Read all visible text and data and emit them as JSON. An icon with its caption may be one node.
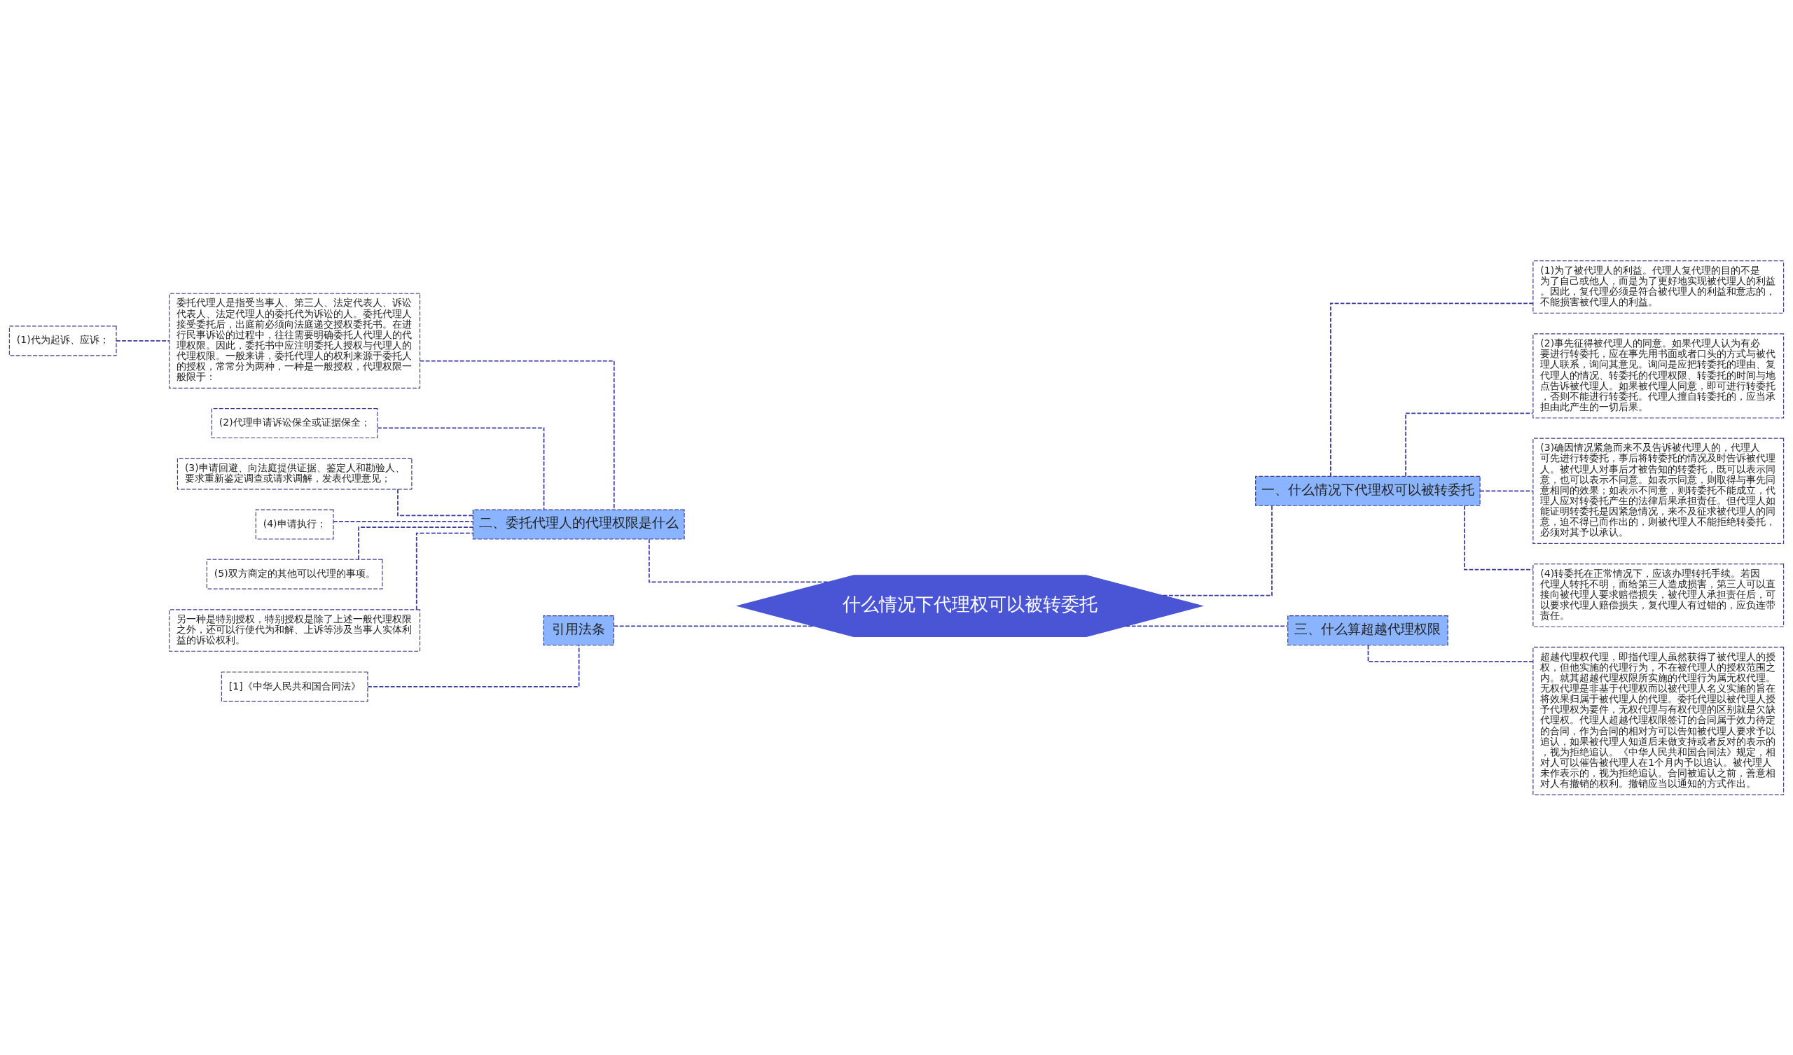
{
  "diagram": {
    "nodes": [
      {
        "text": [
          "什么情况下代理权可以被转委托"
        ]
      },
      {
        "text": [
          "一、什么情况下代理权可以被转委托"
        ]
      },
      {
        "text": [
          "(1)为了被代理人的利益。代理人复代理的目的不是为了自己或他人，而是为了更好地实现被代理人的利益。因此，复代理必须是符合被代理人的利益和意志的，不能损害被代理人的利益。"
        ]
      },
      {
        "text": [
          "(2)事先征得被代理人的同意。如果代理人认为有必要进行转委托，应在事先用书面或者口头的方式与被代理人联系，询问其意见。询问是应把转委托的理由、复代理人的情况、转委托的代理权限、转委托的时间与地点告诉被代理人。如果被代理人同意，即可进行转委托，否则不能进行转委托。代理人擅自转委托的，应当承担由此产生的一切后果。"
        ]
      },
      {
        "text": [
          "(3)确因情况紧急而来不及告诉被代理人的，代理人可先进行转委托，事后将转委托的情况及时告诉被代理人。被代理人对事后才被告知的转委托，既可以表示同意，也可以表示不同意。如表示同意，则取得与事先同意相同的效果；如表示不同意，则转委托不能成立，代理人应对转委托产生的法律后果承担责任。但代理人如能证明转委托是因紧急情况，来不及征求被代理人的同意，迫不得已而作出的，则被代理人不能拒绝转委托，必须对其予以承认。"
        ]
      },
      {
        "text": [
          "(4)转委托在正常情况下，应该办理转托手续。若因代理人转托不明，而给第三人造成损害，第三人可以直接向被代理人要求赔偿损失，被代理人承担责任后，可以要求代理人赔偿损失，复代理人有过错的，应负连带责任。"
        ]
      },
      {
        "text": [
          "三、什么算超越代理权限"
        ]
      },
      {
        "text": [
          "超越代理权代理，即指代理人虽然获得了被代理人的授权，但他实施的代理行为，不在被代理人的授权范围之内。就其超越代理权限所实施的代理行为属无权代理。无权代理是非基于代理权而以被代理人名义实施的旨在将效果归属于被代理人的代理。委托代理以被代理人授予代理权为要件，无权代理与有权代理的区别就是欠缺代理权。代理人超越代理权限签订的合同属于效力待定的合同，作为合同的相对方可以告知被代理人要求予以追认，如果被代理人知道后未做支持或者反对的表示的，视为拒绝追认。《中华人民共和国合同法》规定，相对人可以催告被代理人在1个月内予以追认。被代理人未作表示的，视为拒绝追认。合同被追认之前，善意相对人有撤销的权利。撤销应当以通知的方式作出。"
        ]
      },
      {
        "text": [
          "二、委托代理人的代理权限是什么"
        ]
      },
      {
        "text": [
          "委托代理人是指受当事人、第三人、法定代表人、诉讼代表人、法定代理人的委托代为诉讼的人。委托代理人接受委托后，出庭前必须向法庭递交授权委托书。在进行民事诉讼的过程中，往往需要明确委托人代理人的代理权限。因此，委托书中应注明委托人授权与代理人的代理权限。一般来讲，委托代理人的权利来源于委托人的授权，常常分为两种，一种是一般授权，代理权限一般限于："
        ]
      },
      {
        "text": [
          "(1)代为起诉、应诉；"
        ]
      },
      {
        "text": [
          "(2)代理申请诉讼保全或证据保全；"
        ]
      },
      {
        "text": [
          "(3)申请回避、向法庭提供证据、鉴定人和勘验人、要求重新鉴定调查或请求调解，发表代理意见；"
        ]
      },
      {
        "text": [
          "(4)申请执行；"
        ]
      },
      {
        "text": [
          "(5)双方商定的其他可以代理的事项。"
        ]
      },
      {
        "text": [
          "另一种是特别授权，特别授权是除了上述一般代理权限之外，还可以行使代为和解、上诉等涉及当事人实体利益的诉讼权利。"
        ]
      },
      {
        "text": [
          "引用法条"
        ]
      },
      {
        "text": [
          "[1]《中华人民共和国合同法》"
        ]
      }
    ],
    "edges": [
      {
        "from": 0,
        "to": 1,
        "arrow": "none",
        "style": "dashed"
      },
      {
        "from": 1,
        "to": 2,
        "arrow": "none",
        "style": "dashed"
      },
      {
        "from": 1,
        "to": 3,
        "arrow": "none",
        "style": "dashed"
      },
      {
        "from": 1,
        "to": 4,
        "arrow": "none",
        "style": "dashed"
      },
      {
        "from": 1,
        "to": 5,
        "arrow": "none",
        "style": "dashed"
      },
      {
        "from": 0,
        "to": 6,
        "arrow": "none",
        "style": "dashed"
      },
      {
        "from": 6,
        "to": 7,
        "arrow": "none",
        "style": "dashed"
      },
      {
        "from": 8,
        "to": 0,
        "arrow": "none",
        "style": "dashed"
      },
      {
        "from": 9,
        "to": 8,
        "arrow": "none",
        "style": "dashed"
      },
      {
        "from": 10,
        "to": 9,
        "arrow": "none",
        "style": "dashed"
      },
      {
        "from": 11,
        "to": 8,
        "arrow": "none",
        "style": "dashed"
      },
      {
        "from": 12,
        "to": 8,
        "arrow": "none",
        "style": "dashed"
      },
      {
        "from": 13,
        "to": 8,
        "arrow": "none",
        "style": "dashed"
      },
      {
        "from": 14,
        "to": 8,
        "arrow": "none",
        "style": "dashed"
      },
      {
        "from": 15,
        "to": 8,
        "arrow": "none",
        "style": "dashed"
      },
      {
        "from": 16,
        "to": 0,
        "arrow": "none",
        "style": "dashed"
      },
      {
        "from": 17,
        "to": 16,
        "arrow": "none",
        "style": "dashed"
      }
    ]
  }
}
